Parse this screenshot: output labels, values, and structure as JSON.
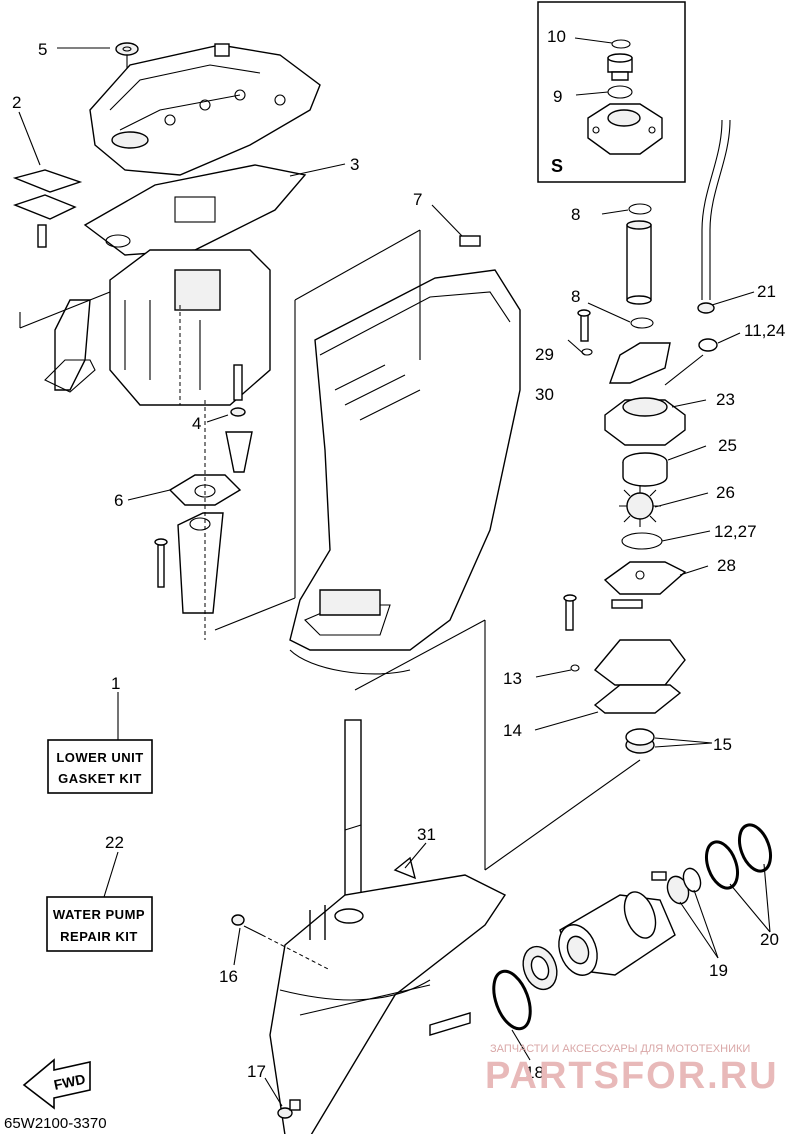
{
  "diagram": {
    "code": "65W2100-3370",
    "parts": [
      {
        "ref": "1",
        "label": "1"
      },
      {
        "ref": "2",
        "label": "2"
      },
      {
        "ref": "3",
        "label": "3"
      },
      {
        "ref": "4",
        "label": "4"
      },
      {
        "ref": "5",
        "label": "5"
      },
      {
        "ref": "6",
        "label": "6"
      },
      {
        "ref": "7",
        "label": "7"
      },
      {
        "ref": "8a",
        "label": "8"
      },
      {
        "ref": "8b",
        "label": "8"
      },
      {
        "ref": "9",
        "label": "9"
      },
      {
        "ref": "10",
        "label": "10"
      },
      {
        "ref": "11_24",
        "label": "11,24"
      },
      {
        "ref": "12_27",
        "label": "12,27"
      },
      {
        "ref": "13",
        "label": "13"
      },
      {
        "ref": "14",
        "label": "14"
      },
      {
        "ref": "15",
        "label": "15"
      },
      {
        "ref": "16",
        "label": "16"
      },
      {
        "ref": "17",
        "label": "17"
      },
      {
        "ref": "18",
        "label": "18"
      },
      {
        "ref": "19",
        "label": "19"
      },
      {
        "ref": "20",
        "label": "20"
      },
      {
        "ref": "21",
        "label": "21"
      },
      {
        "ref": "22",
        "label": "22"
      },
      {
        "ref": "23",
        "label": "23"
      },
      {
        "ref": "25",
        "label": "25"
      },
      {
        "ref": "26",
        "label": "26"
      },
      {
        "ref": "28",
        "label": "28"
      },
      {
        "ref": "29",
        "label": "29"
      },
      {
        "ref": "30",
        "label": "30"
      },
      {
        "ref": "31",
        "label": "31"
      }
    ],
    "inset_label": "S",
    "kits": {
      "lower_unit": [
        "LOWER UNIT",
        "GASKET KIT"
      ],
      "water_pump": [
        "WATER PUMP",
        "REPAIR KIT"
      ]
    },
    "fwd_label": "FWD"
  },
  "watermark": {
    "tagline": "ЗАПЧАСТИ И АКСЕССУАРЫ ДЛЯ МОТОТЕХНИКИ",
    "brand": "PARTSFOR.RU"
  }
}
